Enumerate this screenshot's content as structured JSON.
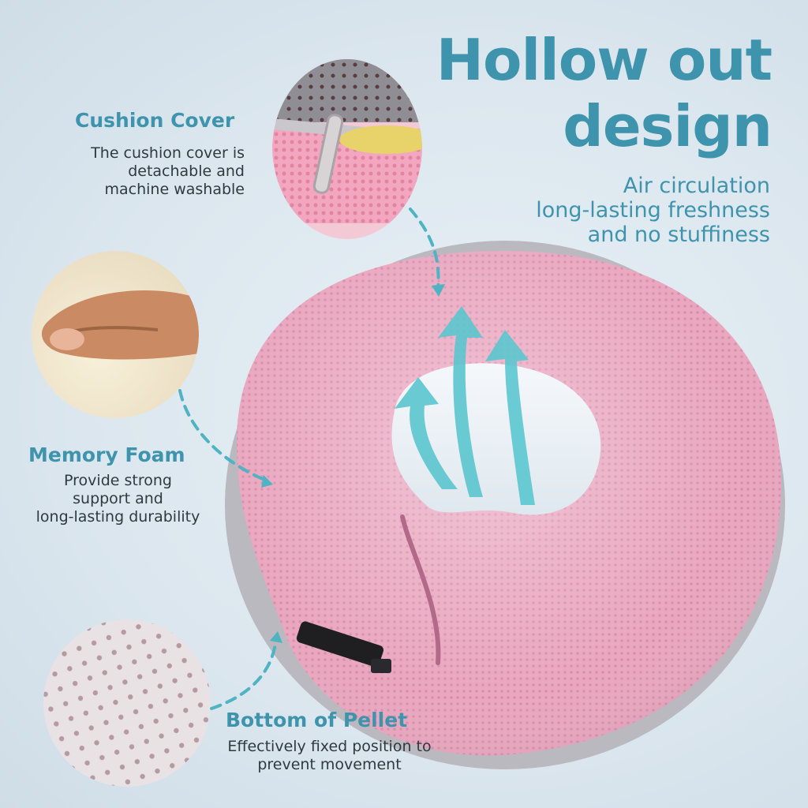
{
  "headline": {
    "line1": "Hollow out",
    "line2": "design",
    "sub1": "Air circulation",
    "sub2": "long-lasting freshness",
    "sub3": "and no stuffiness"
  },
  "features": {
    "cover": {
      "title": "Cushion Cover",
      "line1": "The cushion cover is",
      "line2": "detachable and",
      "line3": "machine washable"
    },
    "foam": {
      "title": "Memory Foam",
      "line1": "Provide strong",
      "line2": "support and",
      "line3": "long-lasting durability"
    },
    "bottom": {
      "title": "Bottom of Pellet",
      "line1": "Effectively fixed position to",
      "line2": "prevent movement"
    }
  },
  "colors": {
    "accent": "#3f94ad",
    "arrow": "#5bc6cf",
    "cushion": "#e9a6bf",
    "text": "#2f3a3f"
  }
}
